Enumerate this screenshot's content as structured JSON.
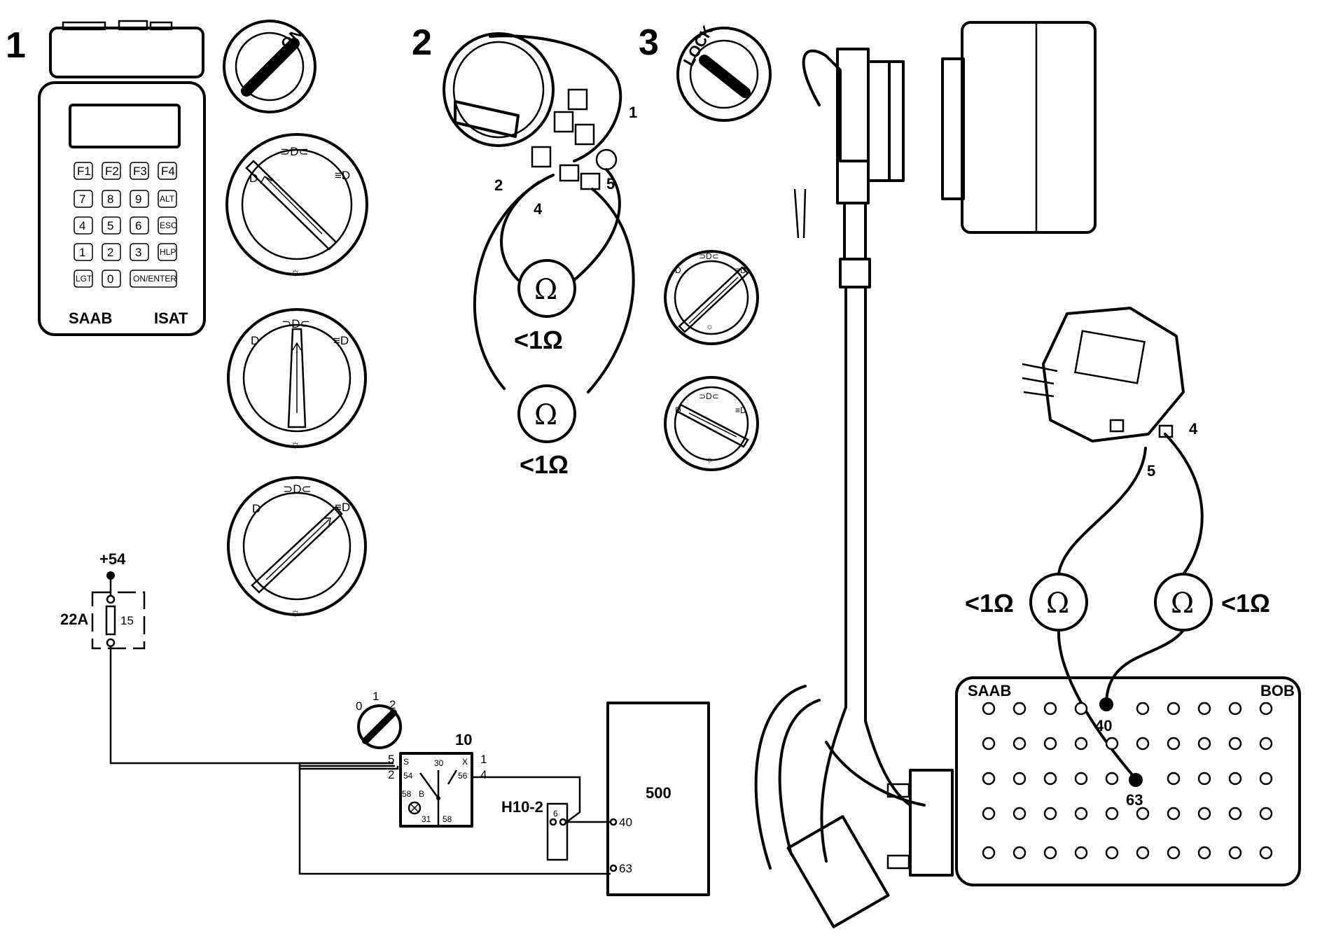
{
  "steps": {
    "step1": "1",
    "step2": "2",
    "step3": "3"
  },
  "tester": {
    "brand": "SAAB",
    "model": "ISAT",
    "keys": {
      "f1": "F1",
      "f2": "F2",
      "f3": "F3",
      "f4": "F4",
      "k7": "7",
      "k8": "8",
      "k9": "9",
      "alt": "ALT",
      "k4": "4",
      "k5": "5",
      "k6": "6",
      "esc": "ESC",
      "k1": "1",
      "k2": "2",
      "k3": "3",
      "hlp": "HLP",
      "lgt": "LGT",
      "k0": "0",
      "enter": "ON/ENTER"
    }
  },
  "ignition": {
    "on_label": "ON",
    "lock_label": "LOCK"
  },
  "switch_pins": {
    "p1": "1",
    "p2": "2",
    "p4": "4",
    "p5": "5"
  },
  "resistance": {
    "r1": "<1Ω",
    "r2": "<1Ω",
    "r3": "<1Ω",
    "r4": "<1Ω",
    "ohm": "Ω"
  },
  "connector_pins": {
    "p4": "4",
    "p5": "5"
  },
  "bob": {
    "brand": "SAAB",
    "name": "BOB",
    "pin_a": "40",
    "pin_b": "63"
  },
  "schematic": {
    "supply": "+54",
    "fuse_holder": "22A",
    "fuse": "15",
    "switch_id": "10",
    "switch_positions": {
      "p0": "0",
      "p1": "1",
      "p2": "2"
    },
    "switch_pins": {
      "p5": "5",
      "p2": "2",
      "p1": "1",
      "p4": "4",
      "s": "S",
      "x": "X",
      "t30": "30",
      "t54": "54",
      "t56": "56",
      "t58": "58",
      "t31": "31",
      "t58b": "58",
      "b": "B"
    },
    "connector": "H10-2",
    "connector_pin": "6",
    "ecu": "500",
    "ecu_pin_a": "40",
    "ecu_pin_b": "63"
  }
}
